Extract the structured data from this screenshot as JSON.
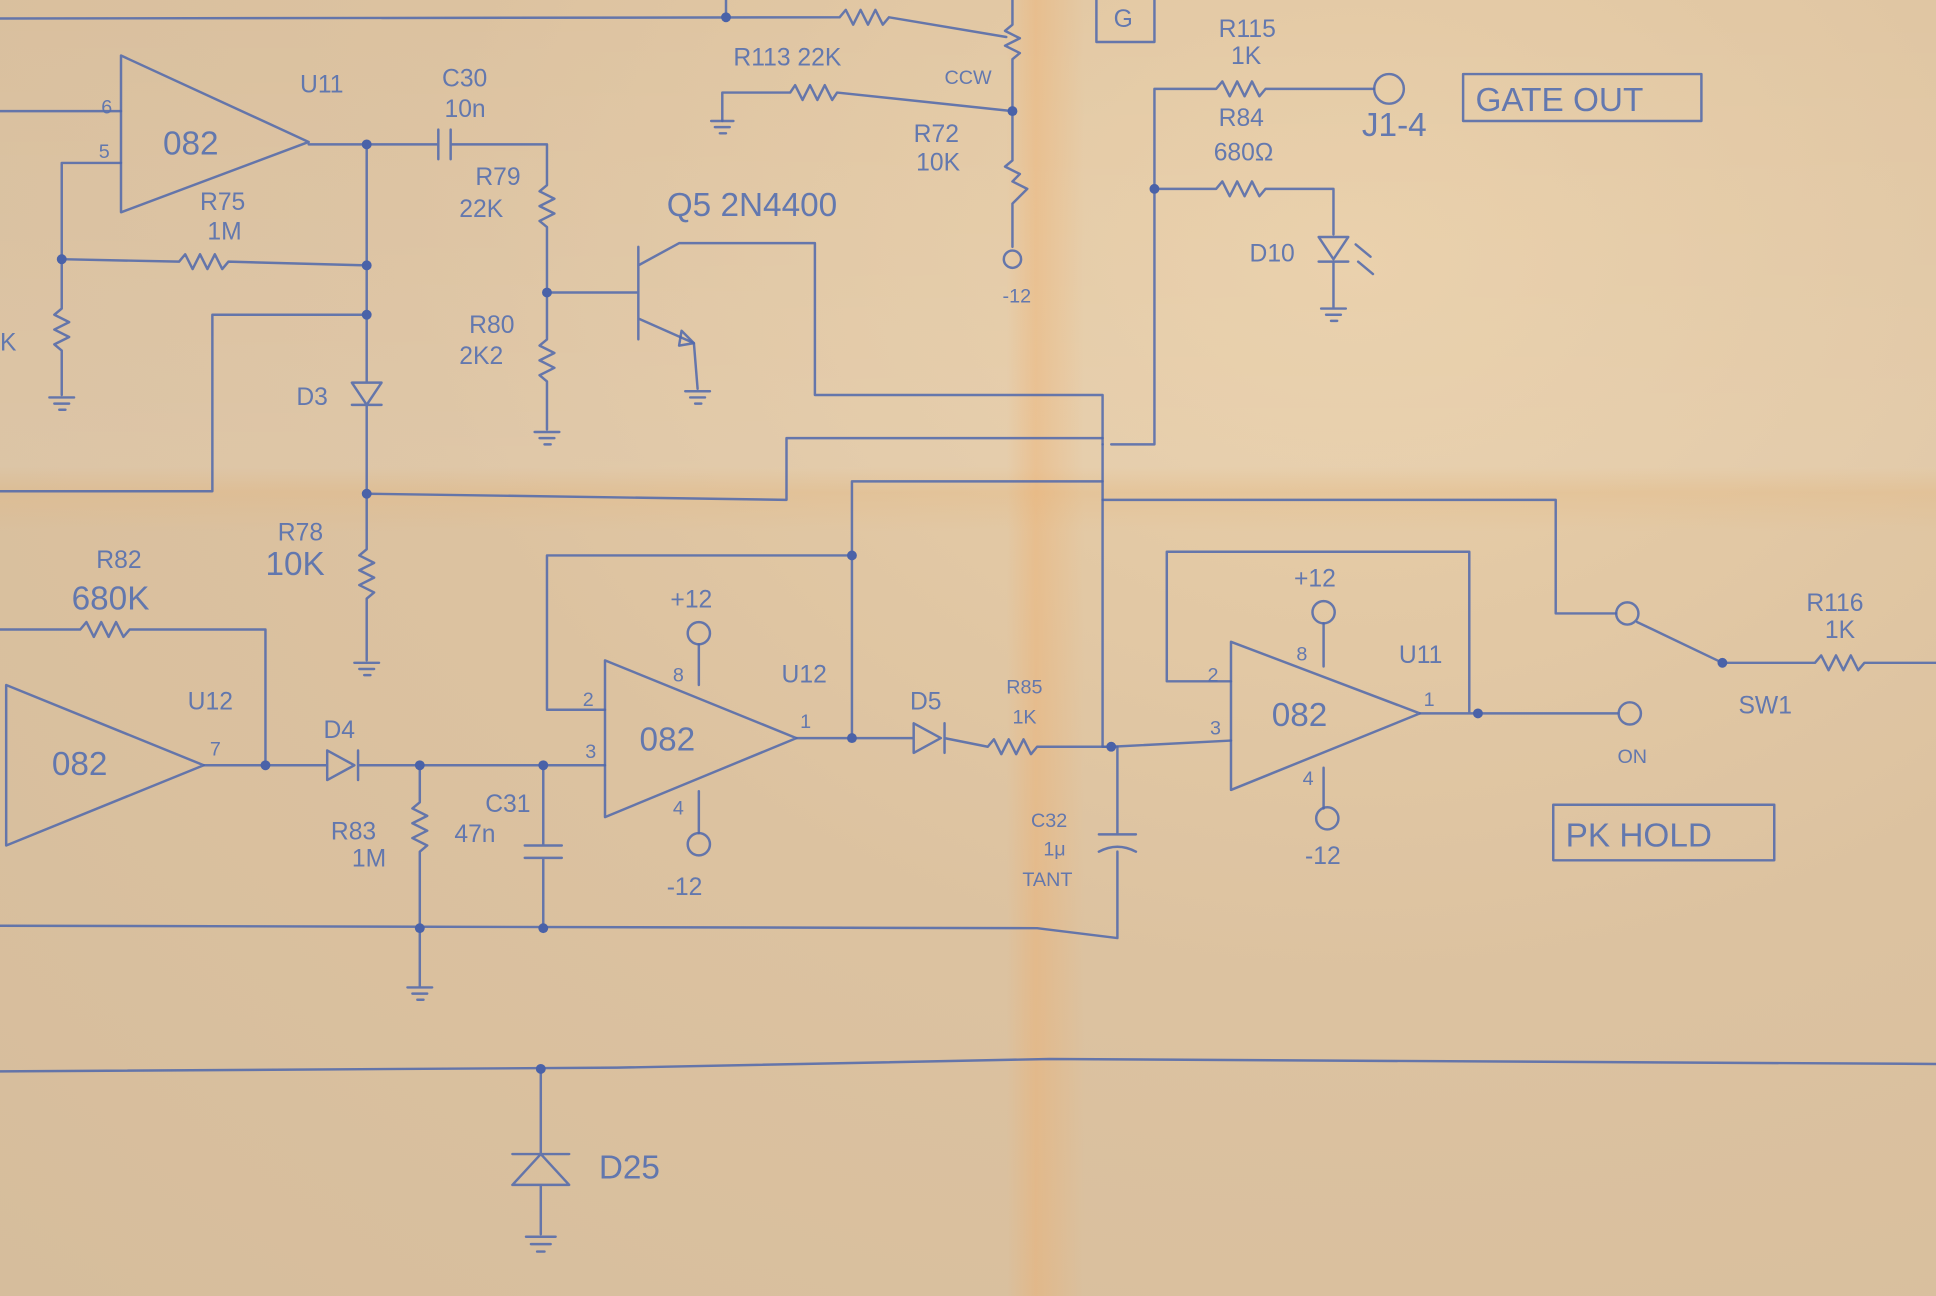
{
  "labels": {
    "u11_top": "U11",
    "u11_top_type": "082",
    "pin6": "6",
    "pin5": "5",
    "c30": "C30",
    "c30_val": "10n",
    "r113": "R113 22K",
    "ccw": "CCW",
    "r72": "R72",
    "r72_val": "10K",
    "pot_supply": "-12",
    "g_box": "G",
    "r115": "R115",
    "r115_val": "1K",
    "j1_4": "J1-4",
    "gate_out": "GATE OUT",
    "r84": "R84",
    "r84_val": "680Ω",
    "d10": "D10",
    "r75": "R75",
    "r75_val": "1M",
    "r76_val": "K",
    "r79": "R79",
    "r79_val": "22K",
    "q5": "Q5 2N4400",
    "r80": "R80",
    "r80_val": "2K2",
    "d3": "D3",
    "r78": "R78",
    "r78_val": "10K",
    "r82": "R82",
    "r82_val": "680K",
    "u12_left": "U12",
    "u12_left_type": "082",
    "pin7": "7",
    "d4": "D4",
    "r83": "R83",
    "r83_val": "1M",
    "c31": "C31",
    "c31_val": "47n",
    "u12_mid": "U12",
    "u12_mid_type": "082",
    "plus12_a": "+12",
    "minus12_a": "-12",
    "pin8_a": "8",
    "pin4_a": "4",
    "pin2_a": "2",
    "pin3_a": "3",
    "pin1_a": "1",
    "d5": "D5",
    "r85": "R85",
    "r85_val": "1K",
    "c32": "C32",
    "c32_val": "1μ",
    "c32_type": "TANT",
    "u11_bot": "U11",
    "u11_bot_type": "082",
    "plus12_b": "+12",
    "minus12_b": "-12",
    "pin8_b": "8",
    "pin4_b": "4",
    "pin2_b": "2",
    "pin3_b": "3",
    "pin1_b": "1",
    "on": "ON",
    "sw1": "SW1",
    "r116": "R116",
    "r116_val": "1K",
    "pk_hold": "PK HOLD",
    "d25": "D25"
  },
  "colors": {
    "paper": "#dcc3a2",
    "ink": "#4f67ab"
  }
}
